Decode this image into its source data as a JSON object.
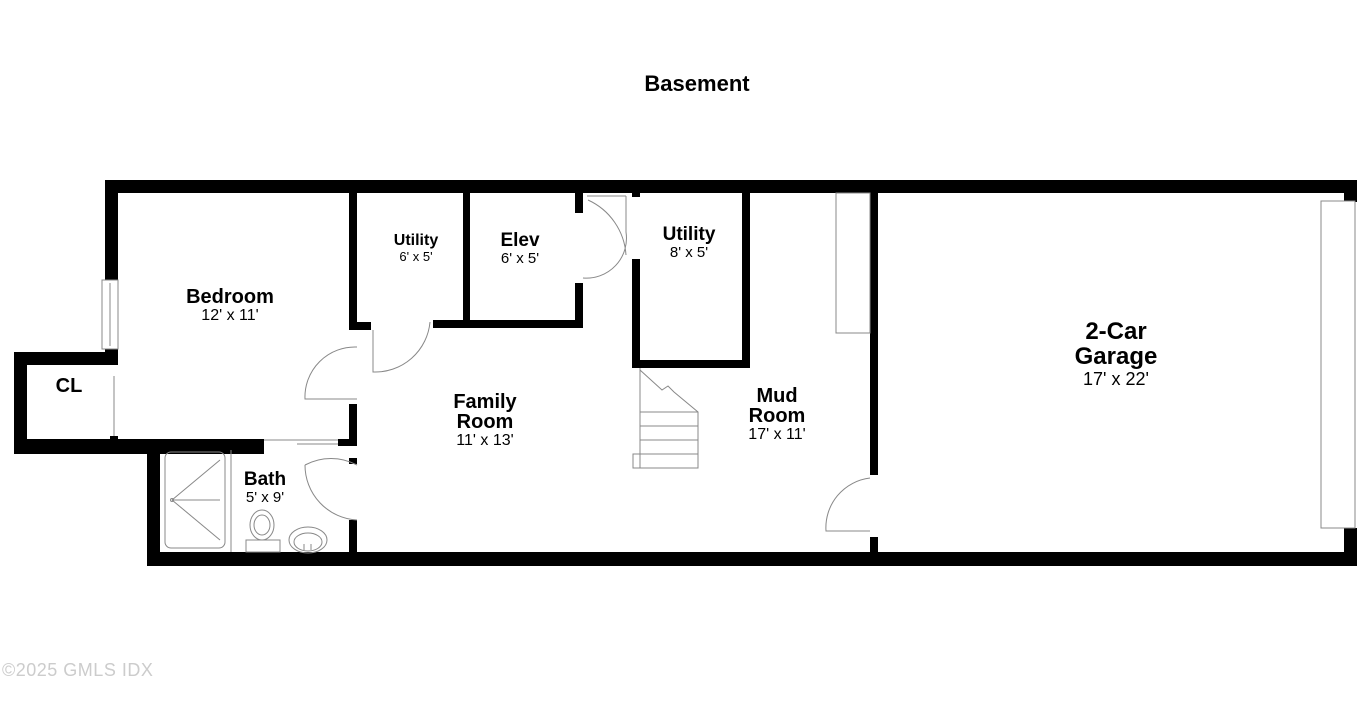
{
  "floor_title": "Basement",
  "rooms": [
    {
      "id": "bedroom",
      "name": "Bedroom",
      "dims": "12' x 11'"
    },
    {
      "id": "closet",
      "name": "CL",
      "dims": ""
    },
    {
      "id": "bath",
      "name": "Bath",
      "dims": "5' x 9'"
    },
    {
      "id": "utility-1",
      "name": "Utility",
      "dims": "6' x 5'"
    },
    {
      "id": "elevator",
      "name": "Elev",
      "dims": "6' x 5'"
    },
    {
      "id": "utility-2",
      "name": "Utility",
      "dims": "8' x 5'"
    },
    {
      "id": "family-room",
      "name": "Family Room",
      "name_line1": "Family",
      "name_line2": "Room",
      "dims": "11' x 13'"
    },
    {
      "id": "mud-room",
      "name": "Mud Room",
      "name_line1": "Mud",
      "name_line2": "Room",
      "dims": "17' x 11'"
    },
    {
      "id": "garage",
      "name": "2-Car Garage",
      "name_line1": "2-Car",
      "name_line2": "Garage",
      "dims": "17' x 22'"
    }
  ],
  "fixtures": [
    "shower-icon",
    "toilet-icon",
    "sink-icon",
    "stairs-icon",
    "garage-door-icon",
    "window-icon"
  ],
  "colors": {
    "wall": "#000000",
    "fixture_line": "#888888",
    "watermark": "#cccccc"
  },
  "watermark": "©2025 GMLS IDX"
}
